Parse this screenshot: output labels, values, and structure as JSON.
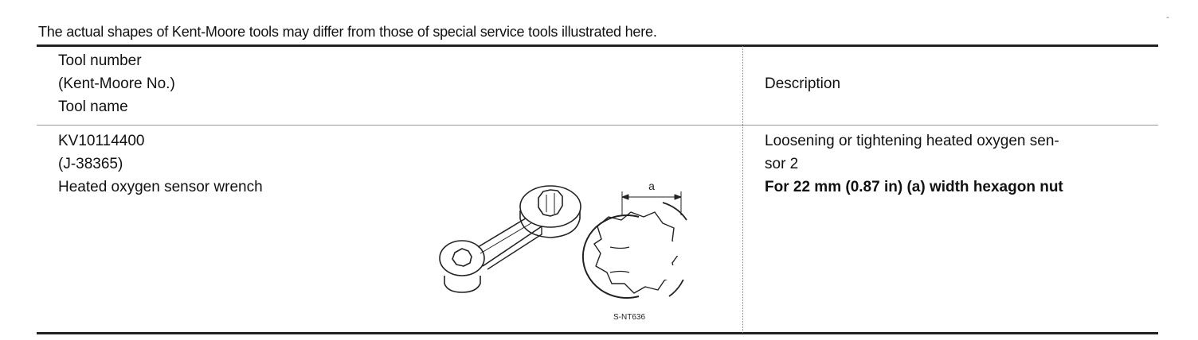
{
  "note": "The actual shapes of Kent-Moore tools may differ from those of special service tools illustrated here.",
  "corner_mark": "-",
  "header": {
    "col1": [
      "Tool number",
      "(Kent-Moore No.)",
      "Tool name"
    ],
    "col2": "Description"
  },
  "row": {
    "tool_number": "KV10114400",
    "kent_moore_no": "(J-38365)",
    "tool_name": "Heated oxygen sensor wrench",
    "description_line1": "Loosening or tightening heated oxygen sen-",
    "description_line2": "sor 2",
    "description_bold": "For 22 mm (0.87 in) (a) width hexagon nut",
    "figure_dimension_label": "a",
    "figure_code": "S-NT636"
  }
}
